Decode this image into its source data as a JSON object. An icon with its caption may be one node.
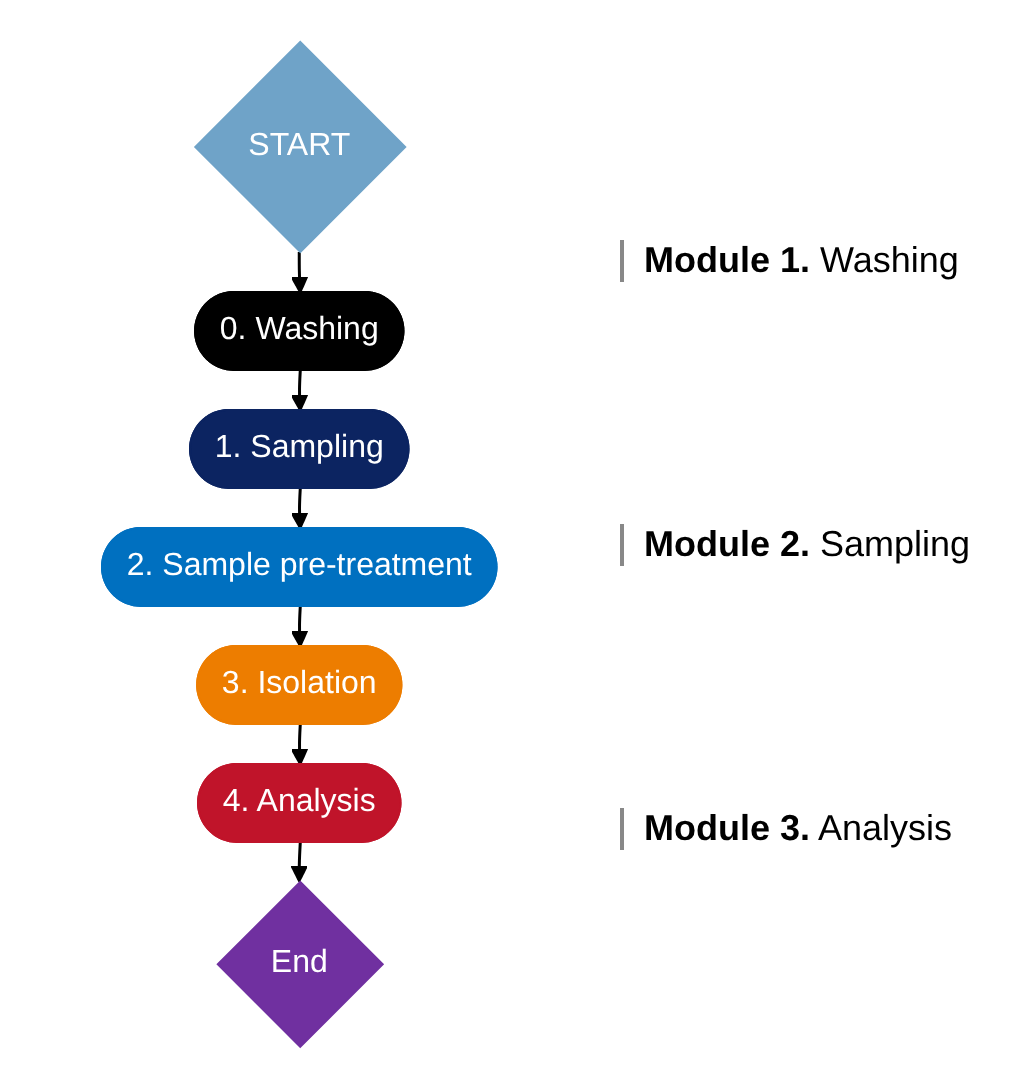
{
  "diagram": {
    "nodes": [
      {
        "text": [
          "START"
        ]
      },
      {
        "text": [
          "0. Washing"
        ]
      },
      {
        "text": [
          "1. Sampling"
        ]
      },
      {
        "text": [
          "2. Sample pre-treatment"
        ]
      },
      {
        "text": [
          "3. Isolation"
        ]
      },
      {
        "text": [
          "4. Analysis"
        ]
      },
      {
        "text": [
          "End"
        ]
      }
    ],
    "edges": [
      {
        "from": 0,
        "to": 1,
        "arrow": "to"
      },
      {
        "from": 1,
        "to": 2,
        "arrow": "to"
      },
      {
        "from": 2,
        "to": 3,
        "arrow": "to"
      },
      {
        "from": 3,
        "to": 4,
        "arrow": "to"
      },
      {
        "from": 4,
        "to": 5,
        "arrow": "to"
      },
      {
        "from": 5,
        "to": 6,
        "arrow": "to"
      }
    ],
    "labels": [
      "**Module 1.** Washing",
      "**Module 2.** Sampling",
      "**Module 3.** Analysis"
    ]
  }
}
